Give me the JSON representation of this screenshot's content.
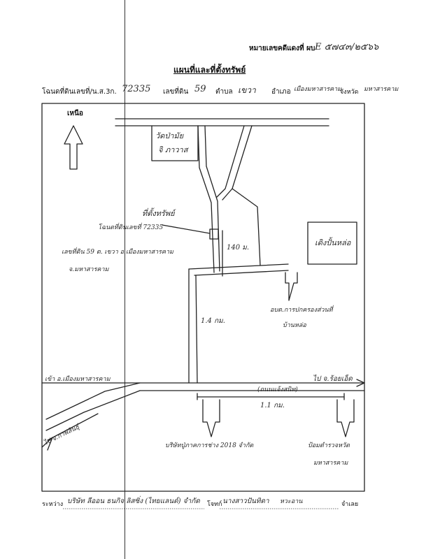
{
  "header": {
    "case_label": "หมายเลขคดีแดงที่ ผบ",
    "case_number": "E ๕๗๔๓/๒๕๖๖",
    "title": "แผนที่และที่ตั้งทรัพย์",
    "deed_label": "โฉนดที่ดินเลขที่/น.ส.3ก.",
    "deed_number": "72335",
    "land_no_label": "เลขที่ดิน",
    "land_no": "59",
    "subdistrict_label": "ตำบล",
    "subdistrict": "เขวา",
    "district_label": "อำเภอ",
    "district": "เมืองมหาสารคาม",
    "province_label": "จังหวัด",
    "province": "มหาสารคาม"
  },
  "map": {
    "north_label": "เหนือ",
    "temple_name_1": "วัดป่ามัย",
    "temple_name_2": "จิ ภาวาส",
    "property_label": "ที่ตั้งทรัพย์",
    "deed_note": "โฉนดที่ดินเลขที่ 72335",
    "land_line_1": "เลขที่ดิน 59 ต. เขวา อ.เมืองมหาสารคาม",
    "land_line_2": "จ.มหาสารคาม",
    "distance_140": "140 ม.",
    "village_building": "เดิงปั้นหล่อ",
    "admin_office_1": "อบต.การปกครองส่วนที่",
    "admin_office_2": "บ้านหล่อ",
    "distance_1_4": "1.4 กม.",
    "road_left": "เข้า อ.เมืองมหาสารคาม",
    "road_right": "ไป จ.ร้อยเอ็ด",
    "road_name": "(ถนนแจ้งสนิท)",
    "distance_1_1": "1.1 กม.",
    "road_southwest": "ไป จ.กาฬสินธุ์",
    "company_label": "บริษัทปู่ภาคการช่าง 2018 จำกัด",
    "fire_station_1": "ป้อมตำรวจหวัด",
    "fire_station_2": "มหาสารคาม"
  },
  "footer": {
    "between_label": "ระหว่าง",
    "plaintiff": "บริษัท ลีออน ธนกิจ ลิสซิ่ง (ไทยแลนด์) จำกัด",
    "plaintiff_role": "โจทก์",
    "defendant": "นางสาวปันทิดา",
    "defendant_suffix": "หวะอาน",
    "defendant_role": "จำเลย"
  }
}
